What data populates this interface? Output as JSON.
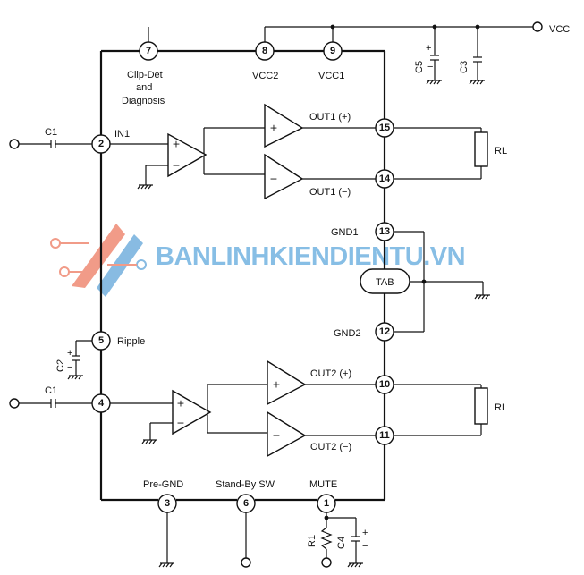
{
  "supply": {
    "vcc": "VCC"
  },
  "pins": {
    "p1": "1",
    "p2": "2",
    "p3": "3",
    "p4": "4",
    "p5": "5",
    "p6": "6",
    "p7": "7",
    "p8": "8",
    "p9": "9",
    "p10": "10",
    "p11": "11",
    "p12": "12",
    "p13": "13",
    "p14": "14",
    "p15": "15"
  },
  "labels": {
    "clip_det": "Clip-Det",
    "and": "and",
    "diagnosis": "Diagnosis",
    "vcc2": "VCC2",
    "vcc1": "VCC1",
    "in1": "IN1",
    "out1_pos": "OUT1 (+)",
    "out1_neg": "OUT1 (−)",
    "gnd1": "GND1",
    "tab": "TAB",
    "gnd2": "GND2",
    "ripple": "Ripple",
    "out2_pos": "OUT2 (+)",
    "out2_neg": "OUT2 (−)",
    "pre_gnd": "Pre-GND",
    "standby_sw": "Stand-By SW",
    "mute": "MUTE"
  },
  "components": {
    "c1": "C1",
    "c2": "C2",
    "c3": "C3",
    "c4": "C4",
    "c5": "C5",
    "rl": "RL",
    "r1": "R1"
  },
  "watermark": {
    "text": "BANLINHKIENDIENTU.VN"
  }
}
